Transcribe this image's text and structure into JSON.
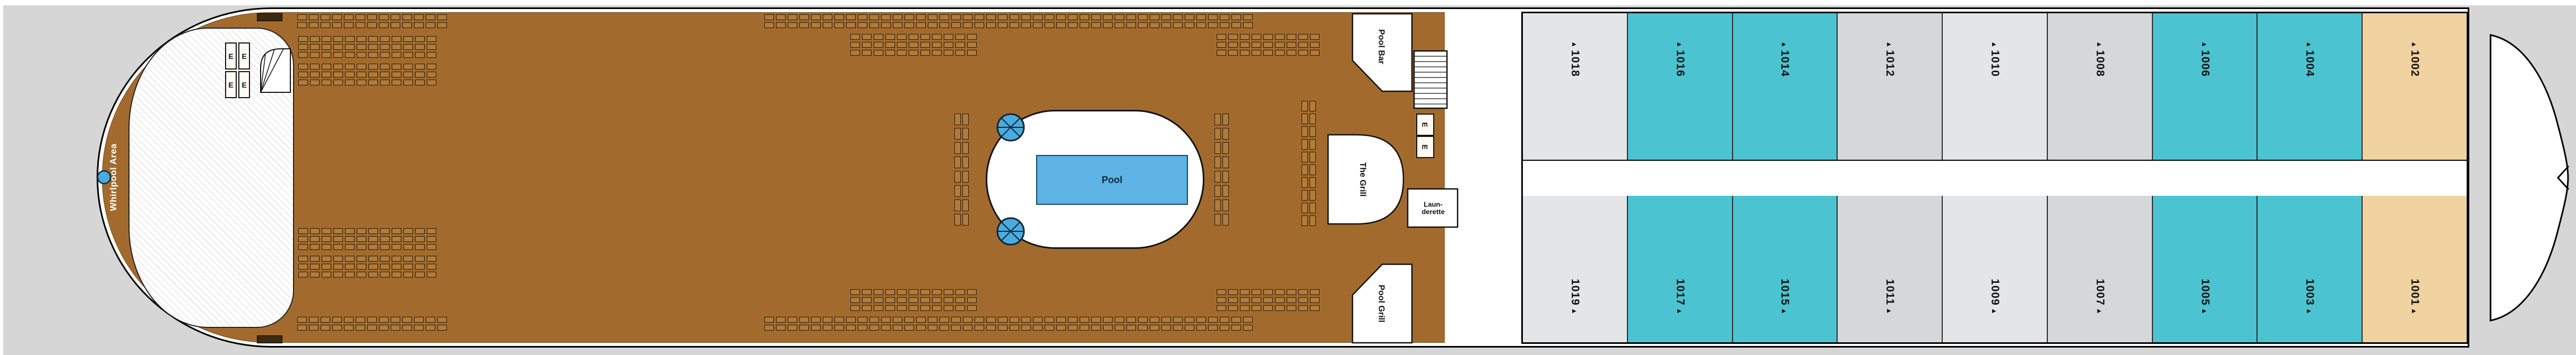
{
  "page": {
    "background": "#d6d6d6"
  },
  "ship": {
    "areas": {
      "whirlpool_area": "Whirlpool Area",
      "pool": "Pool",
      "pool_bar": "Pool Bar",
      "the_grill": "The Grill",
      "launderette_lines": [
        "Laun-",
        "derette"
      ],
      "pool_grill": "Pool Grill"
    },
    "elevator_letter": "E",
    "cabin_marker": "▲",
    "colors": {
      "deck_wood": "#a26b2d",
      "hull": "#ffffff",
      "outline": "#000000",
      "cabin_teal": "#4cc3d0",
      "cabin_gray": "#d6d7d9",
      "cabin_gray_light": "#e4e5e7",
      "cabin_tan": "#f0d3a0",
      "pool_water": "#5cb3e4",
      "whirlpool_water": "#4babdc",
      "background": "#d6d6d6"
    },
    "cabins": {
      "top_row": [
        {
          "number": "1018",
          "category_color": "gray_light"
        },
        {
          "number": "1016",
          "category_color": "teal"
        },
        {
          "number": "1014",
          "category_color": "teal"
        },
        {
          "number": "1012",
          "category_color": "gray"
        },
        {
          "number": "1010",
          "category_color": "gray_light"
        },
        {
          "number": "1008",
          "category_color": "gray"
        },
        {
          "number": "1006",
          "category_color": "teal"
        },
        {
          "number": "1004",
          "category_color": "teal"
        },
        {
          "number": "1002",
          "category_color": "tan"
        }
      ],
      "bottom_row": [
        {
          "number": "1019",
          "category_color": "gray_light"
        },
        {
          "number": "1017",
          "category_color": "teal"
        },
        {
          "number": "1015",
          "category_color": "teal"
        },
        {
          "number": "1011",
          "category_color": "gray"
        },
        {
          "number": "1009",
          "category_color": "gray_light"
        },
        {
          "number": "1007",
          "category_color": "gray"
        },
        {
          "number": "1005",
          "category_color": "teal"
        },
        {
          "number": "1003",
          "category_color": "teal"
        },
        {
          "number": "1001",
          "category_color": "tan"
        }
      ]
    }
  }
}
